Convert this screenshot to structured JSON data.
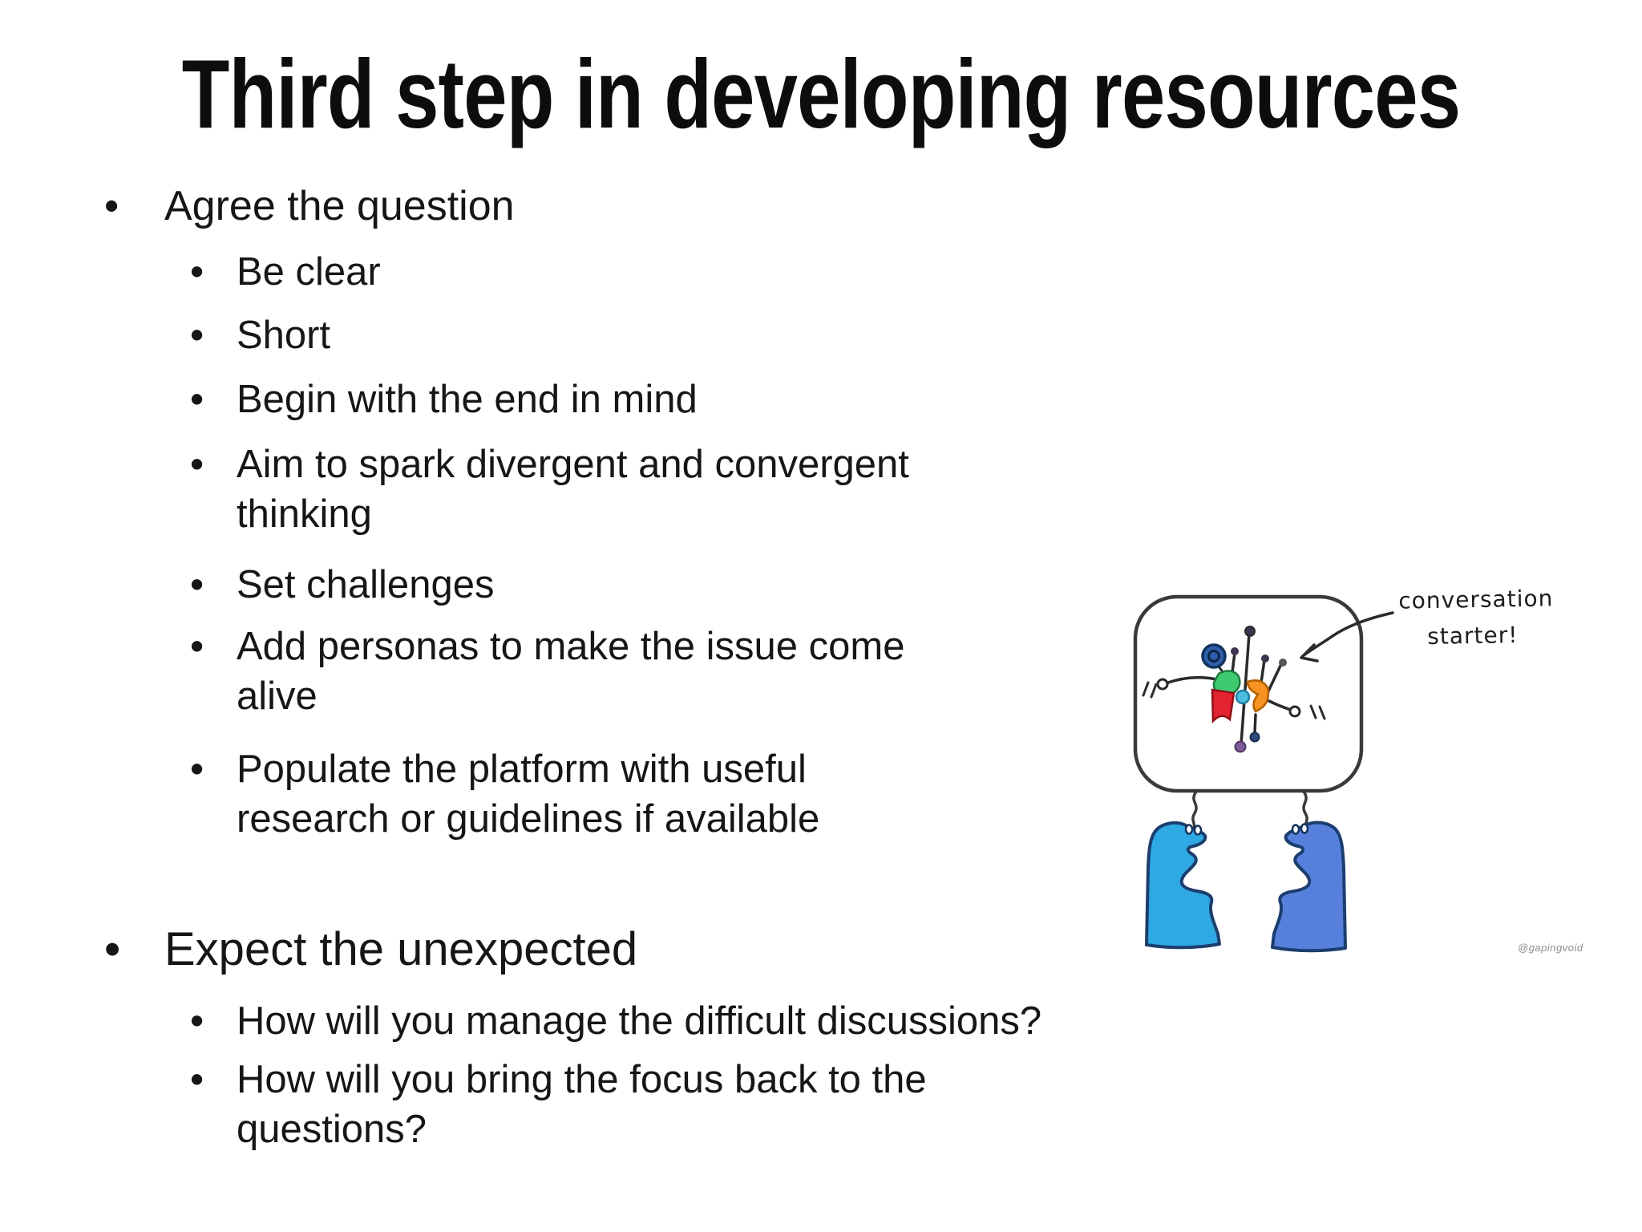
{
  "slide": {
    "title": "Third step in developing resources",
    "bullets": [
      {
        "level": 1,
        "lines": [
          "Agree the question"
        ]
      },
      {
        "level": 2,
        "lines": [
          "Be clear"
        ]
      },
      {
        "level": 2,
        "lines": [
          "Short"
        ]
      },
      {
        "level": 2,
        "lines": [
          "Begin with the end in mind"
        ]
      },
      {
        "level": 2,
        "lines": [
          "Aim to spark divergent and convergent",
          "thinking"
        ]
      },
      {
        "level": 2,
        "lines": [
          "Set challenges"
        ]
      },
      {
        "level": 2,
        "lines": [
          "Add personas to make the issue come",
          "alive"
        ]
      },
      {
        "level": 2,
        "lines": [
          "Populate the platform with useful",
          "research or guidelines if available"
        ]
      },
      {
        "level": 1,
        "lines": [
          "Expect the unexpected"
        ]
      },
      {
        "level": 2,
        "lines": [
          "How will you manage the difficult discussions?"
        ]
      },
      {
        "level": 2,
        "lines": [
          "How will you bring the focus back to the",
          "questions?"
        ]
      }
    ],
    "cartoon": {
      "caption_line1": "conversation",
      "caption_line2": "starter!",
      "signature": "@gapingvoid",
      "colors": {
        "left_figure": "#2FA9E4",
        "right_figure": "#5680DC",
        "figure_outline": "#1C3E6E",
        "ink": "#2A2A2A",
        "green_blob": "#3ECB70",
        "orange_hook": "#F79421",
        "red_pennant": "#E32430",
        "cyan_dot": "#49BFDD",
        "spiral_blue": "#2E5FAC",
        "signature_gray": "#8D8D8D"
      }
    }
  }
}
